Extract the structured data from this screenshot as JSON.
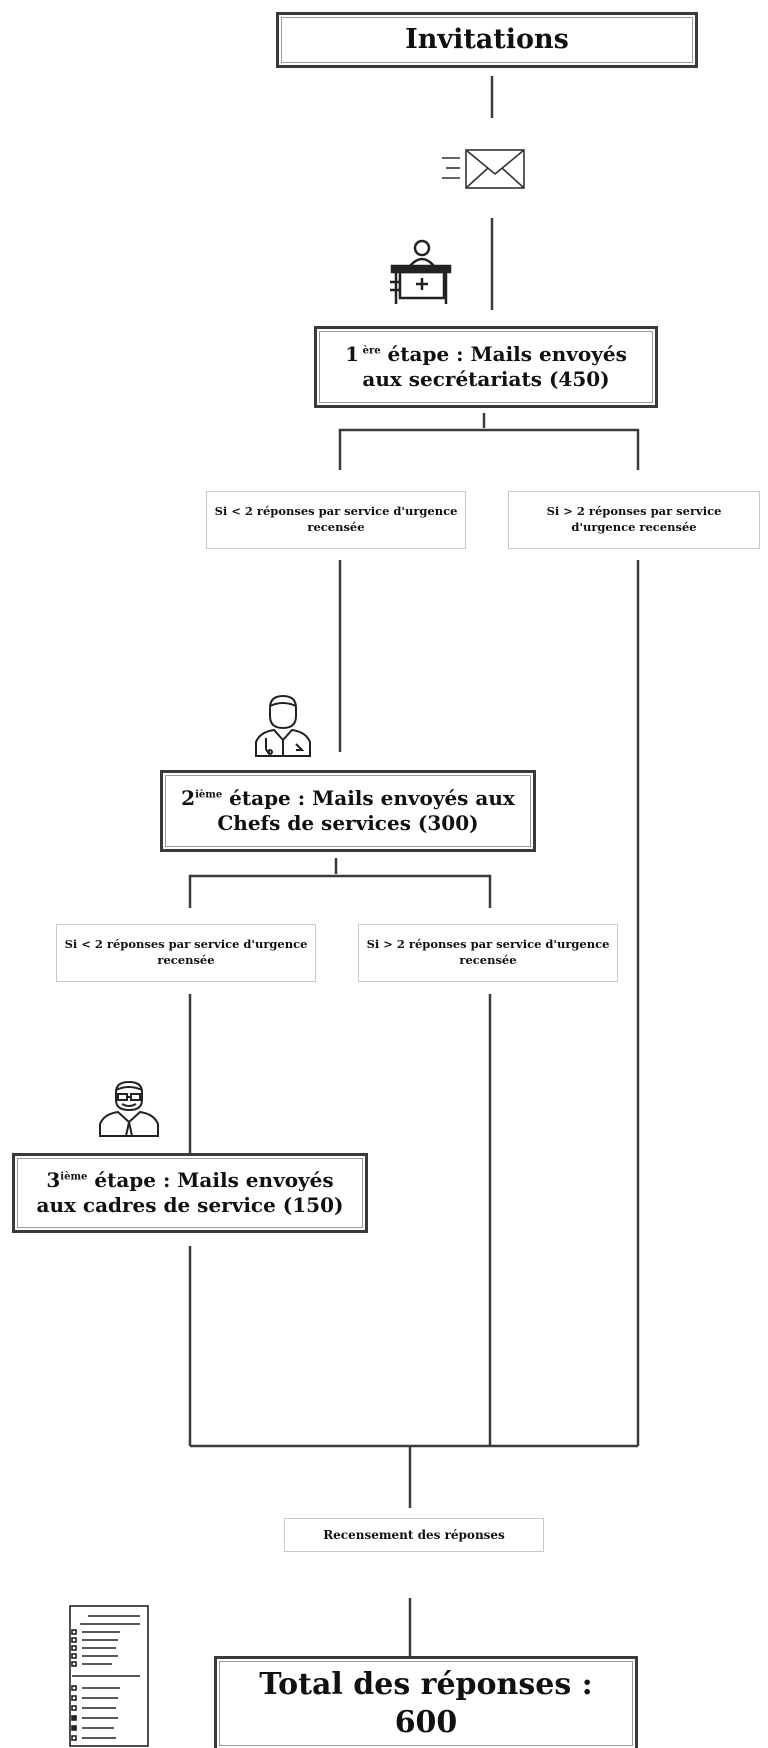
{
  "title": "Invitations",
  "stage1": {
    "ordinal": "1",
    "suffix": " ère",
    "text": " étape : Mails envoyés aux secrétariats (450)"
  },
  "stage2": {
    "ordinal": "2",
    "suffix": "ième",
    "text": " étape : Mails envoyés aux Chefs de services (300)"
  },
  "stage3": {
    "ordinal": "3",
    "suffix": "ième",
    "text": " étape : Mails envoyés aux cadres de service (150)"
  },
  "conditions": {
    "s1_left": "Si < 2 réponses par service d'urgence recensée",
    "s1_right": "Si > 2 réponses par service d'urgence recensée",
    "s2_left": "Si < 2 réponses par service d'urgence recensée",
    "s2_right": "Si > 2 réponses par service d'urgence recensée"
  },
  "census": "Recensement des réponses",
  "total": {
    "label": "Total des réponses :",
    "value": "600"
  },
  "icons": [
    "mail-icon",
    "secretary-desk-icon",
    "doctor-icon",
    "manager-icon",
    "checklist-icon"
  ]
}
